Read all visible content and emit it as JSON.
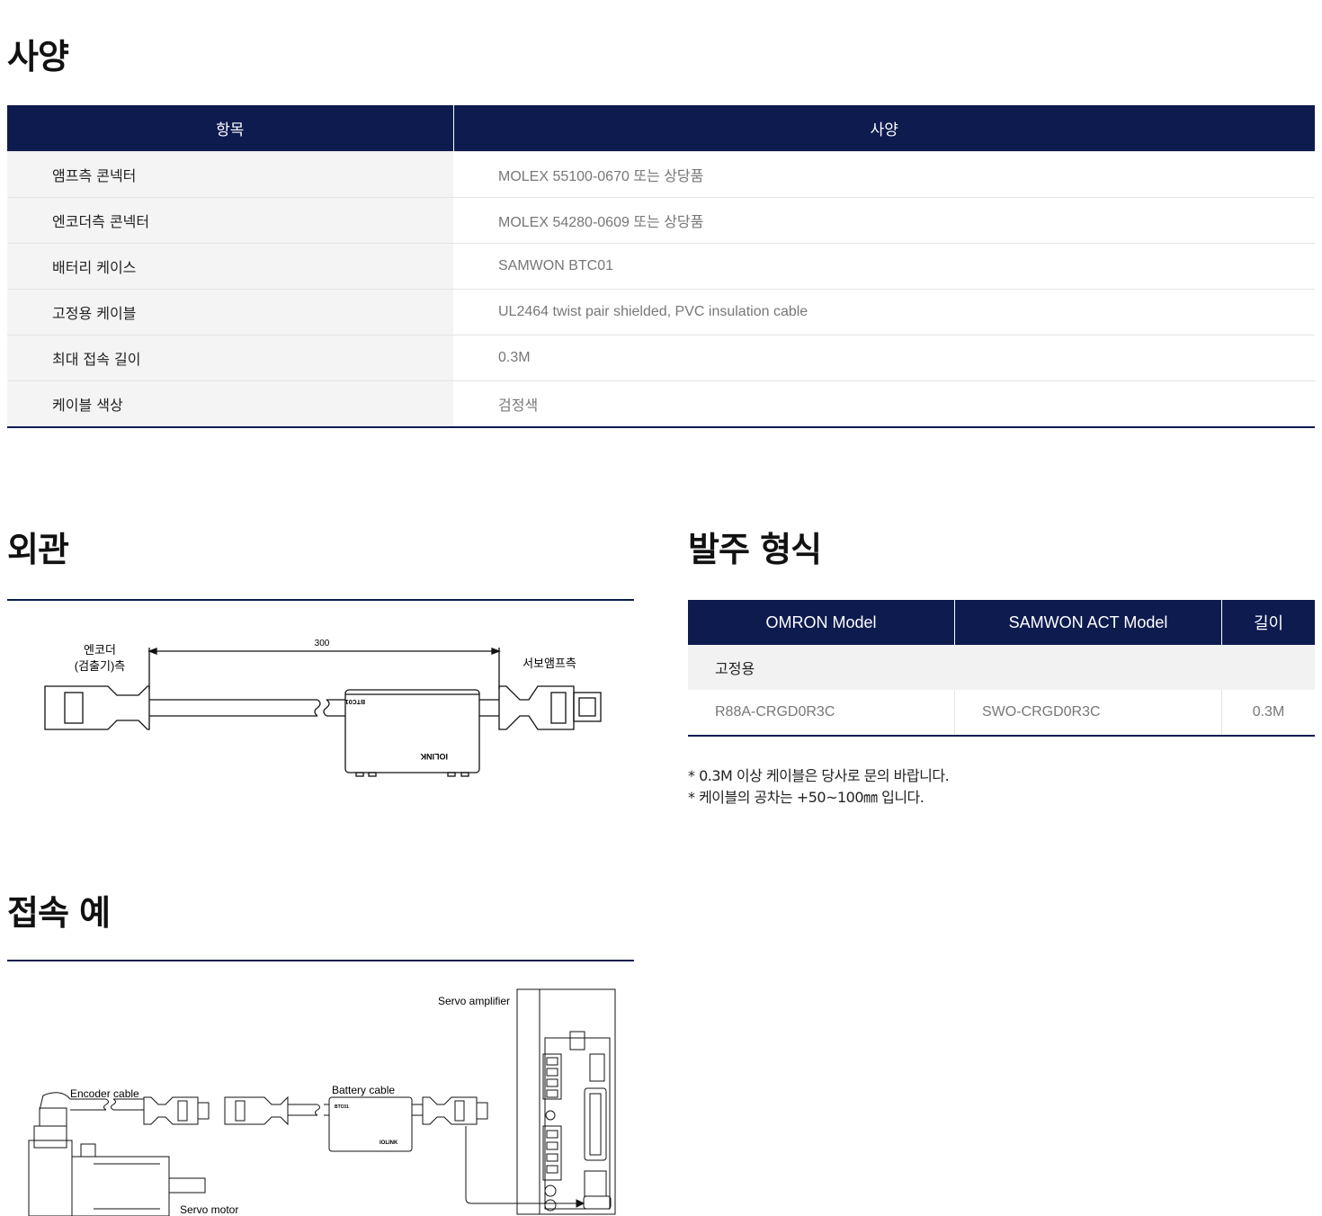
{
  "spec": {
    "title": "사양",
    "headers": [
      "항목",
      "사양"
    ],
    "rows": [
      {
        "key": "앰프측 콘넥터",
        "value": "MOLEX 55100-0670 또는 상당품"
      },
      {
        "key": "엔코더측 콘넥터",
        "value": "MOLEX 54280-0609 또는 상당품"
      },
      {
        "key": "배터리 케이스",
        "value": "SAMWON BTC01"
      },
      {
        "key": "고정용 케이블",
        "value": "UL2464 twist pair shielded, PVC insulation cable"
      },
      {
        "key": "최대 접속 길이",
        "value": "0.3M"
      },
      {
        "key": "케이블 색상",
        "value": "검정색"
      }
    ]
  },
  "appearance": {
    "title": "외관",
    "label_encoder_line1": "엔코더",
    "label_encoder_line2": "(검출기)측",
    "dimension": "300",
    "label_amp": "서보앰프측",
    "case_label": "BTC01",
    "logo": "IOLINK"
  },
  "order": {
    "title": "발주 형식",
    "headers": [
      "OMRON Model",
      "SAMWON ACT Model",
      "길이"
    ],
    "group": "고정용",
    "row": {
      "omron": "R88A-CRGD0R3C",
      "samwon": "SWO-CRGD0R3C",
      "length": "0.3M"
    },
    "notes": [
      "* 0.3M 이상 케이블은 당사로 문의 바랍니다.",
      "* 케이블의 공차는 +50~100㎜ 입니다."
    ]
  },
  "connection": {
    "title": "접속 예",
    "servo_amplifier": "Servo amplifier",
    "encoder_cable": "Encoder cable",
    "battery_cable": "Battery cable",
    "servo_motor": "Servo motor",
    "case_label": "BTC01",
    "logo": "IOLINK"
  }
}
